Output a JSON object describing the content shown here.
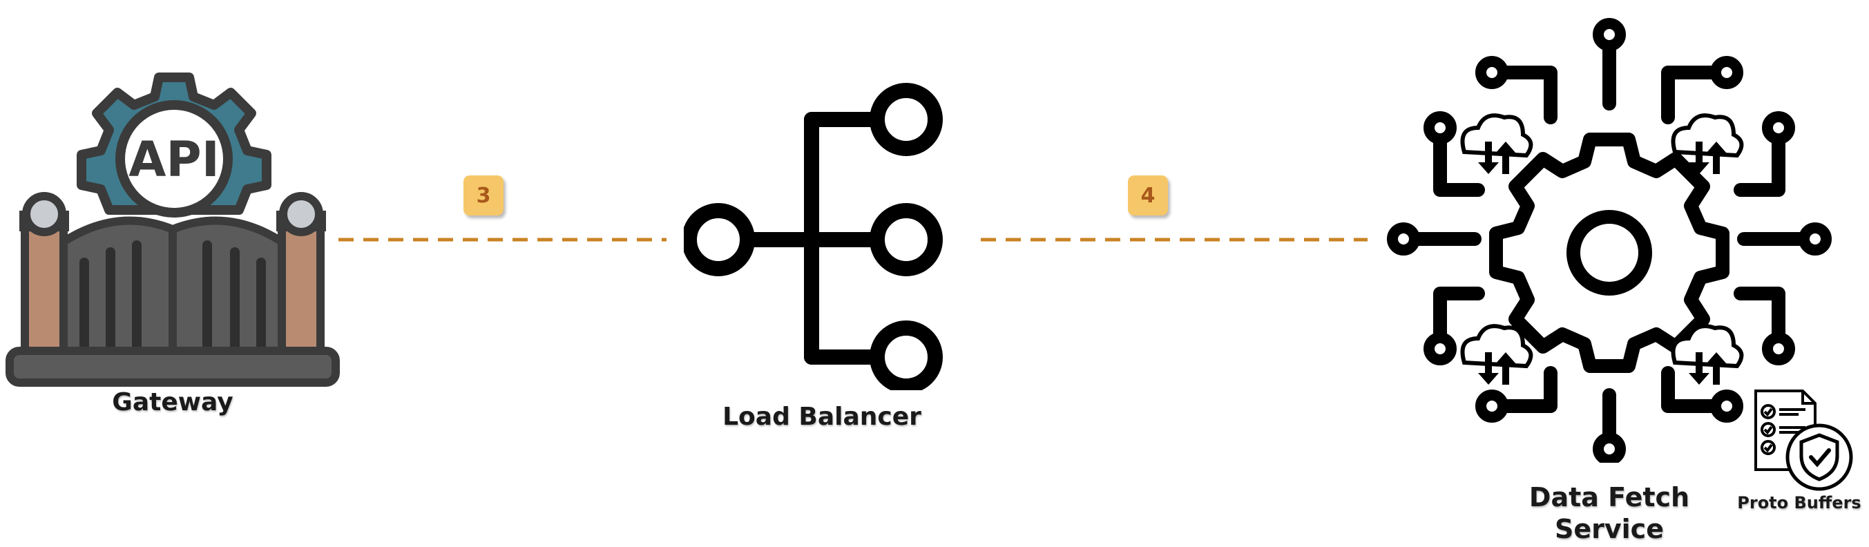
{
  "nodes": {
    "gateway": {
      "label": "Gateway",
      "icon": "api-gateway-icon",
      "badge_text": "API"
    },
    "load_balancer": {
      "label": "Load Balancer",
      "icon": "load-balancer-icon"
    },
    "data_fetch": {
      "label_line1": "Data Fetch",
      "label_line2": "Service",
      "icon": "gear-circuit-icon"
    },
    "proto_buffers": {
      "label": "Proto Buffers",
      "icon": "checklist-shield-icon"
    }
  },
  "edges": [
    {
      "from": "gateway",
      "to": "load_balancer",
      "step": "3"
    },
    {
      "from": "load_balancer",
      "to": "data_fetch",
      "step": "4"
    }
  ],
  "colors": {
    "connector": "#c98324",
    "badge_bg": "#f6c768",
    "badge_text": "#a8591b",
    "gear_teal": "#3f7b8c",
    "gate_gray": "#5b5b5b",
    "pillar_brown": "#b98c72",
    "outline": "#000000"
  }
}
